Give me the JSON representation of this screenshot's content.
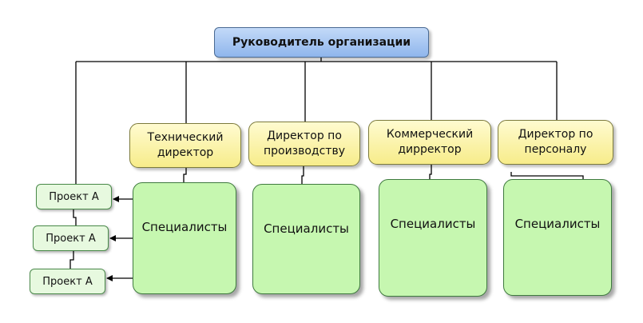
{
  "head": {
    "label": "Руководитель организации"
  },
  "directors": [
    {
      "label": "Технический директор"
    },
    {
      "label": "Директор по производству"
    },
    {
      "label": "Коммерческий дирректор"
    },
    {
      "label": "Директор по персоналу"
    }
  ],
  "specialists": [
    {
      "label": "Специалисты"
    },
    {
      "label": "Специалисты"
    },
    {
      "label": "Специалисты"
    },
    {
      "label": "Специалисты"
    }
  ],
  "projects": [
    {
      "label": "Проект А"
    },
    {
      "label": "Проект А"
    },
    {
      "label": "Проект А"
    }
  ],
  "colors": {
    "head_fill": "#8fb6ec",
    "director_fill": "#f7ec8a",
    "specialist_fill": "#c6f7b0",
    "project_fill": "#e7f9df",
    "connector": "#000000"
  }
}
